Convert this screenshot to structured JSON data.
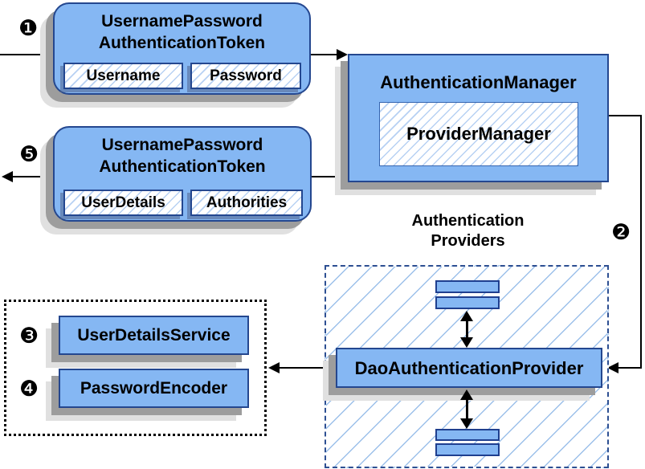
{
  "diagram": {
    "badges": {
      "step1": "❶",
      "step2": "❷",
      "step3": "❸",
      "step4": "❹",
      "step5": "❺"
    },
    "request_token": {
      "title_line1": "UsernamePassword",
      "title_line2": "AuthenticationToken",
      "field1": "Username",
      "field2": "Password"
    },
    "authentication_manager": {
      "title": "AuthenticationManager",
      "inner": "ProviderManager"
    },
    "providers_label": {
      "line1": "Authentication",
      "line2": "Providers"
    },
    "dao_provider": "DaoAuthenticationProvider",
    "user_details_service": "UserDetailsService",
    "password_encoder": "PasswordEncoder",
    "response_token": {
      "title_line1": "UsernamePassword",
      "title_line2": "AuthenticationToken",
      "field1": "UserDetails",
      "field2": "Authorities"
    },
    "colors": {
      "node_fill": "#85B7F3",
      "node_border": "#24478F",
      "hatch_line": "#B7D1F3",
      "providers_border": "#2D4F92",
      "shadow_dark": "#9D9D9D",
      "shadow_light": "#E0E0E0"
    }
  }
}
